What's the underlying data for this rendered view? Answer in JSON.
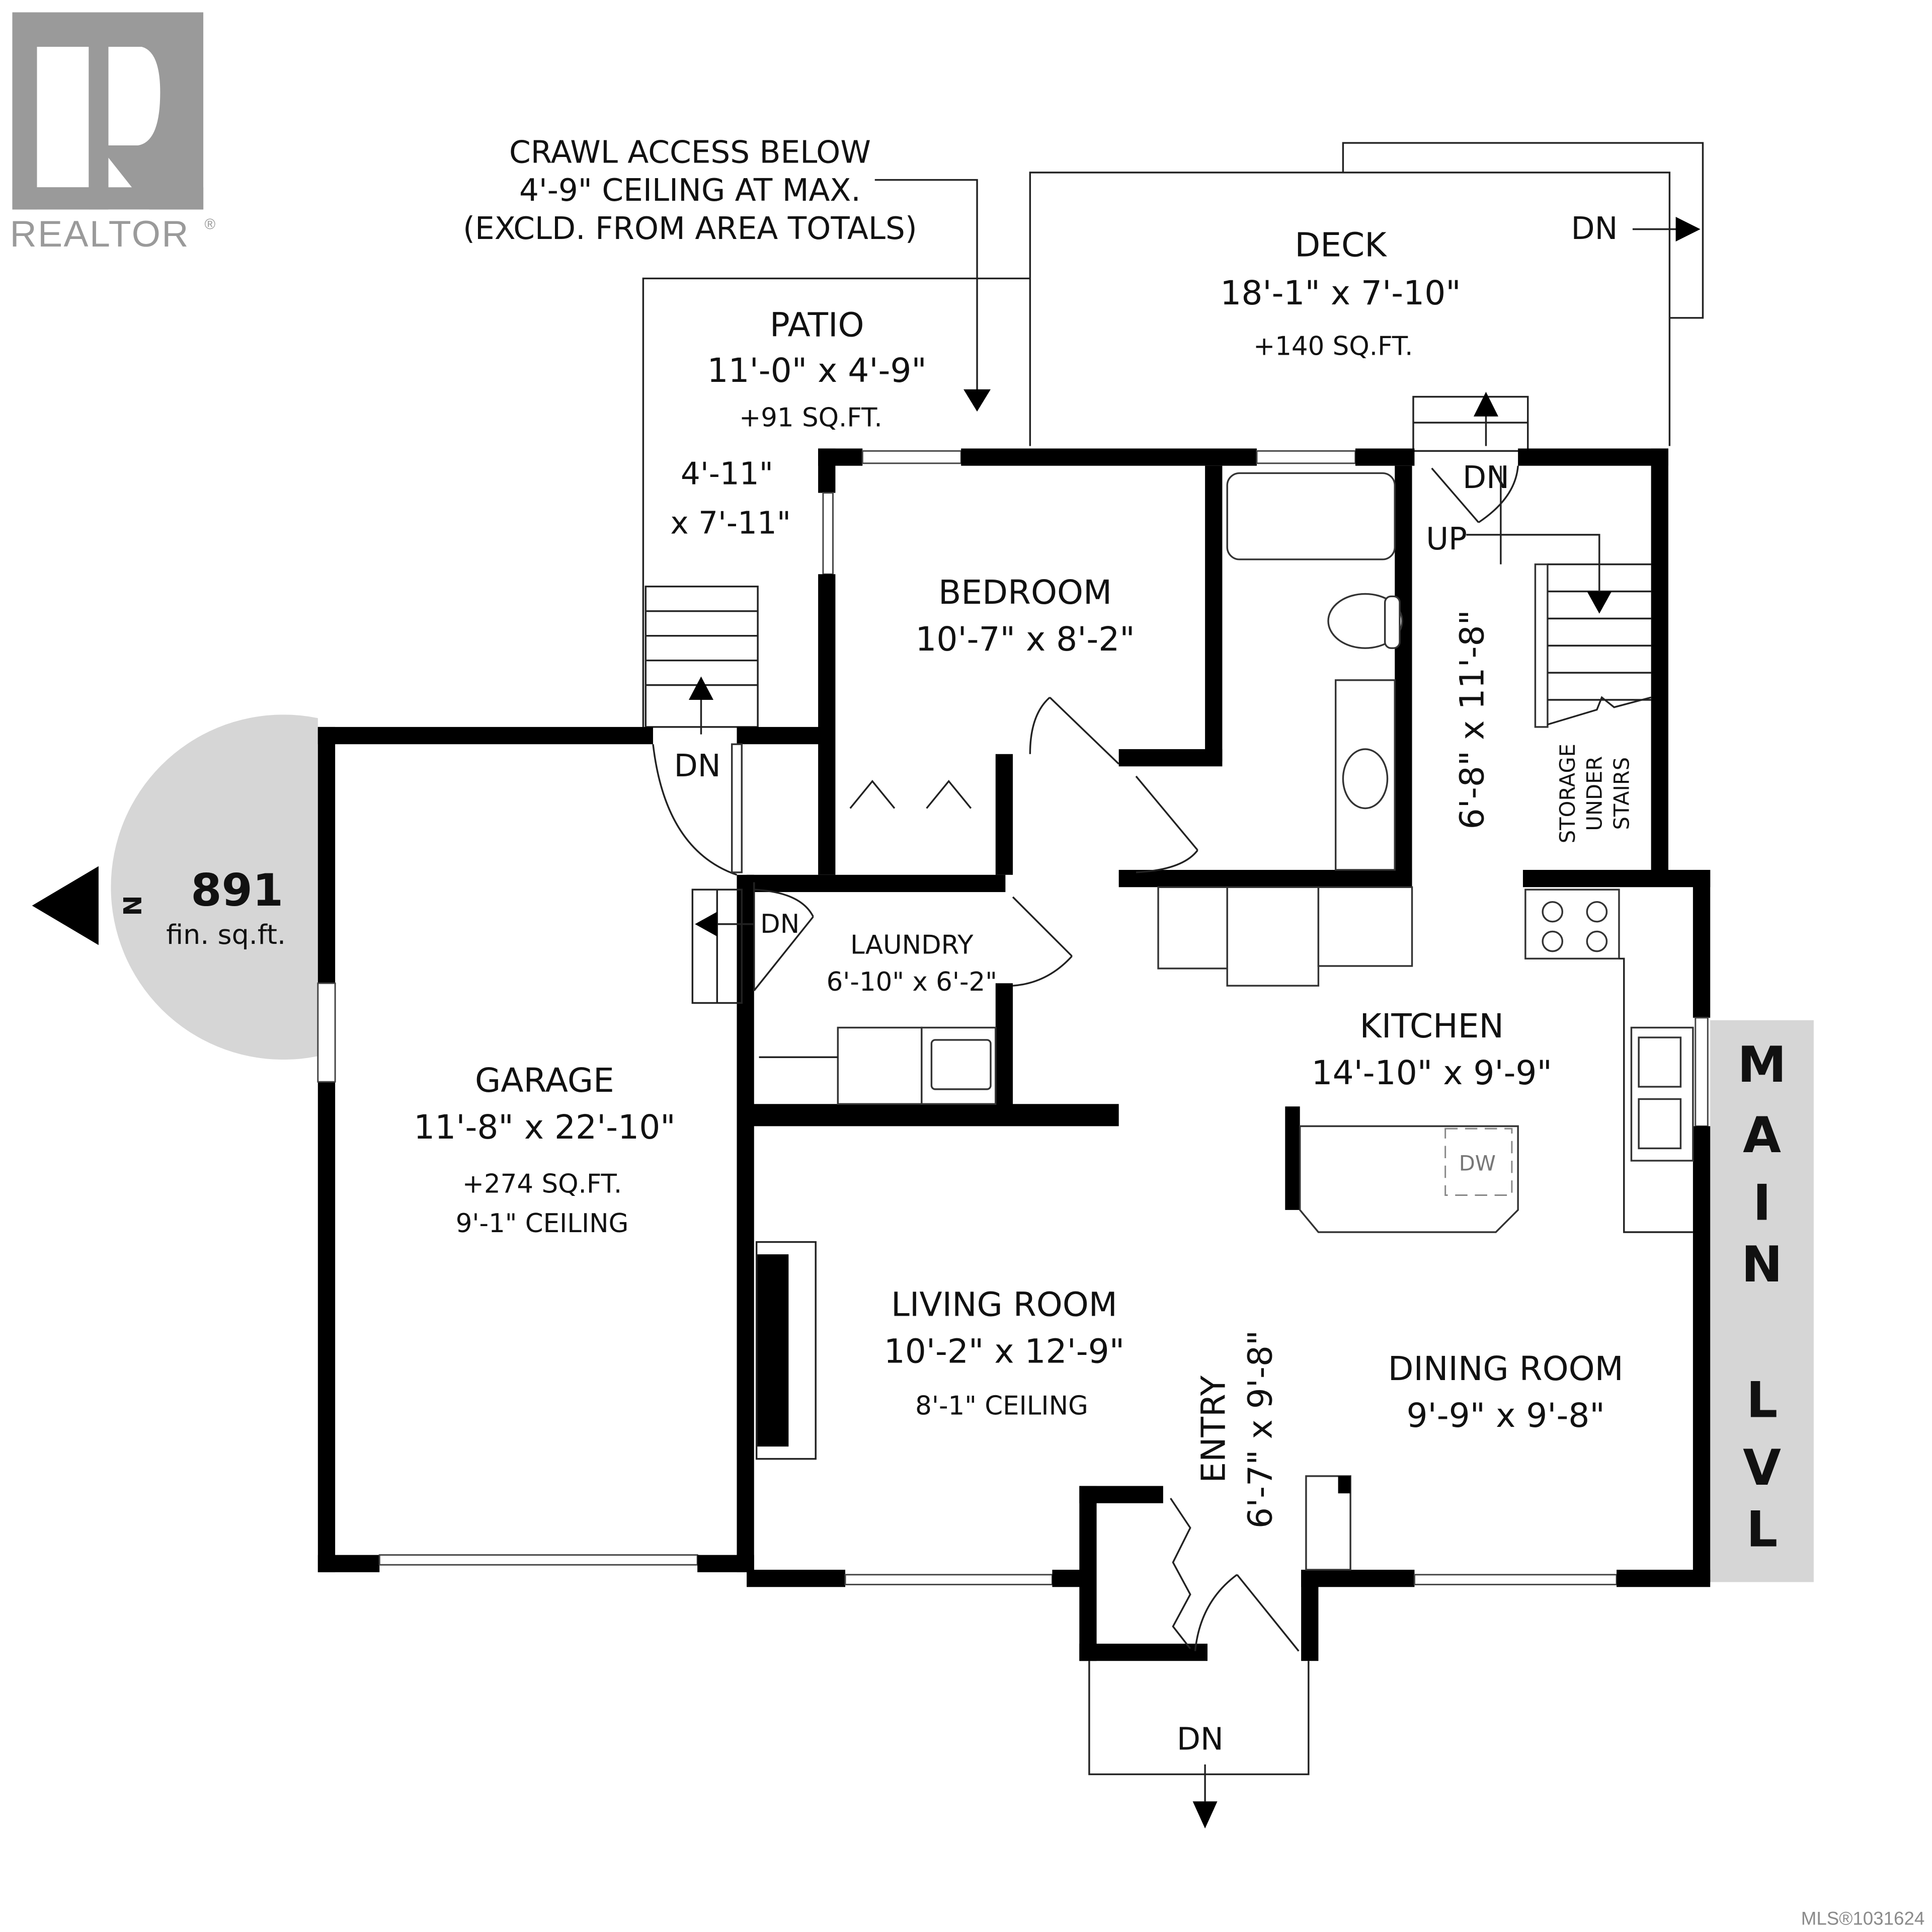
{
  "branding": {
    "logo_text": "REALTOR",
    "logo_mark": "®",
    "logo_color": "#9a9a9a",
    "listing_id": "MLS®1031624"
  },
  "summary": {
    "finished_area": "891",
    "finished_unit": "fin. sq.ft.",
    "north_label": "N",
    "badge_color": "#d6d6d6",
    "level_label": [
      "M",
      "A",
      "I",
      "N",
      "L",
      "V",
      "L"
    ],
    "level_text": "MAIN LVL"
  },
  "notes": {
    "crawl": [
      "CRAWL ACCESS BELOW",
      "4'-9\" CEILING AT MAX.",
      "(EXCLD. FROM AREA TOTALS)"
    ]
  },
  "rooms": {
    "deck": {
      "name": "DECK",
      "dims": "18'-1\" x 7'-10\"",
      "area": "+140 SQ.FT."
    },
    "patio": {
      "name": "PATIO",
      "dims": "11'-0\" x 4'-9\"",
      "area": "+91 SQ.FT."
    },
    "patio_stair": {
      "dims_line1": "4'-11\"",
      "dims_line2": "x 7'-11\""
    },
    "bedroom": {
      "name": "BEDROOM",
      "dims": "10'-7\" x 8'-2\""
    },
    "hall": {
      "dims": "6'-8\" x 11'-8\""
    },
    "storage": {
      "lines": [
        "STORAGE",
        "UNDER",
        "STAIRS"
      ]
    },
    "laundry": {
      "name": "LAUNDRY",
      "dims": "6'-10\" x 6'-2\""
    },
    "kitchen": {
      "name": "KITCHEN",
      "dims": "14'-10\" x 9'-9\"",
      "appliance": "DW"
    },
    "garage": {
      "name": "GARAGE",
      "dims": "11'-8\" x 22'-10\"",
      "area": "+274 SQ.FT.",
      "ceiling": "9'-1\" CEILING"
    },
    "living": {
      "name": "LIVING ROOM",
      "dims": "10'-2\" x 12'-9\"",
      "ceiling": "8'-1\" CEILING"
    },
    "entry": {
      "name": "ENTRY",
      "dims": "6'-7\" x 9'-8\""
    },
    "dining": {
      "name": "DINING ROOM",
      "dims": "9'-9\" x 9'-8\""
    }
  },
  "stairs": {
    "dn": "DN",
    "up": "UP"
  }
}
